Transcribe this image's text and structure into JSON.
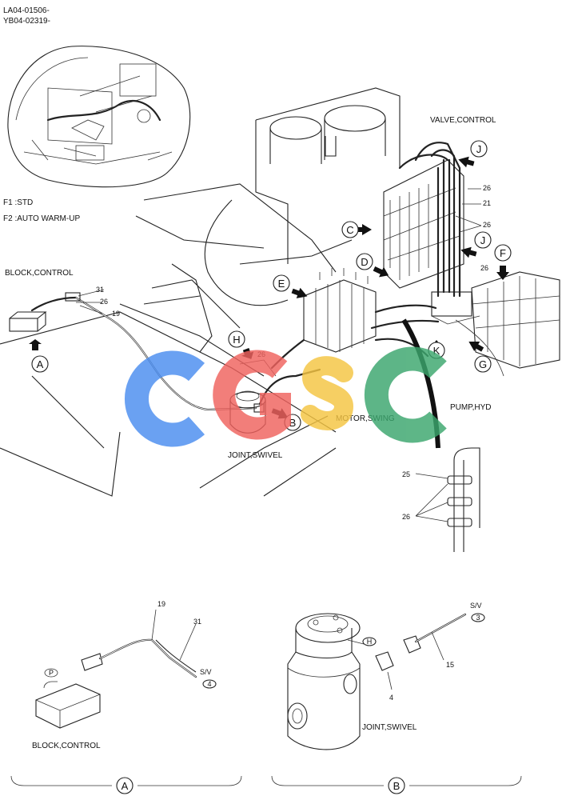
{
  "header": {
    "code_line1": "LA04-01506-",
    "code_line2": "YB04-02319-"
  },
  "legend": {
    "f1": "F1 :STD",
    "f2": "F2 :AUTO WARM-UP"
  },
  "components": {
    "valve_control": "VALVE,CONTROL",
    "block_control": "BLOCK,CONTROL",
    "motor_swing": "MOTOR,SWING",
    "pump_hyd": "PUMP,HYD",
    "joint_swivel": "JOINT,SWIVEL",
    "block_control_detail": "BLOCK,CONTROL",
    "joint_swivel_detail": "JOINT,SWIVEL"
  },
  "view_markers": [
    "A",
    "B",
    "C",
    "D",
    "E",
    "F",
    "G",
    "H",
    "J",
    "J",
    "K"
  ],
  "part_numbers": {
    "p31_main": "31",
    "p26_main": "26",
    "p19_main": "19",
    "p26_swivel": "26",
    "p26_valve_a": "26",
    "p21_valve": "21",
    "p26_valve_b": "26",
    "p26_valve_c": "26",
    "p25_clamp": "25",
    "p26_clamp": "26",
    "p19_detail": "19",
    "p31_detail": "31",
    "p15_detail": "15",
    "p4_detail": "4"
  },
  "connector_labels": {
    "sv_a": "S/V",
    "sv_a_num": "4",
    "sv_b": "S/V",
    "sv_b_num": "3",
    "p_tag": "P",
    "h_tag": "H"
  },
  "detail_views": {
    "a": "A",
    "b": "B"
  },
  "watermark": {
    "text": "cgsc",
    "colors": [
      "#4a8df0",
      "#f0625e",
      "#f5c542",
      "#3aa66d"
    ]
  }
}
